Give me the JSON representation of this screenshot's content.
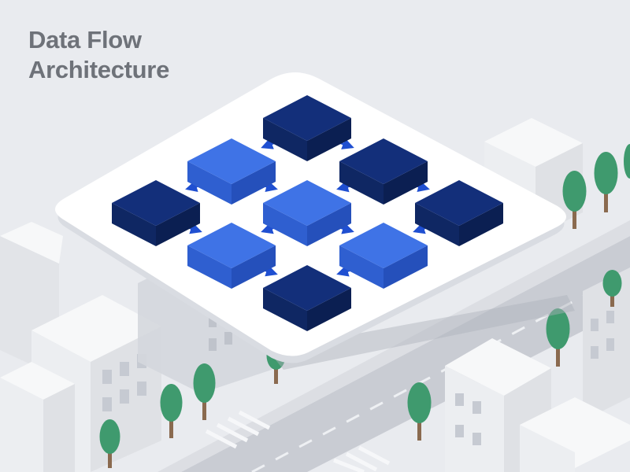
{
  "title": {
    "line1": "Data Flow",
    "line2": "Architecture"
  },
  "colors": {
    "background": "#e9ebef",
    "title_text": "#6e7279",
    "platform": "#ffffff",
    "block_dark": "#132f7a",
    "block_light": "#3f73e6",
    "arrow": "#1f4fd1",
    "tree": "#3f9a6e",
    "building": "#f3f4f6",
    "road": "#c9ccd3"
  },
  "diagram": {
    "nodes": [
      {
        "id": "n1",
        "shade": "dark",
        "icon": "data-block"
      },
      {
        "id": "n2",
        "shade": "light",
        "icon": "data-block"
      },
      {
        "id": "n3",
        "shade": "dark",
        "icon": "data-block"
      },
      {
        "id": "n4",
        "shade": "dark",
        "icon": "data-block"
      },
      {
        "id": "n5",
        "shade": "light",
        "icon": "data-block"
      },
      {
        "id": "n6",
        "shade": "dark",
        "icon": "data-block"
      },
      {
        "id": "n7",
        "shade": "light",
        "icon": "data-block"
      },
      {
        "id": "n8",
        "shade": "light",
        "icon": "data-block"
      },
      {
        "id": "n9",
        "shade": "dark",
        "icon": "data-block"
      }
    ],
    "edges": [
      {
        "from": "n1",
        "to": "n2"
      },
      {
        "from": "n1",
        "to": "n3"
      },
      {
        "from": "n2",
        "to": "n4"
      },
      {
        "from": "n2",
        "to": "n5"
      },
      {
        "from": "n3",
        "to": "n5"
      },
      {
        "from": "n3",
        "to": "n6"
      },
      {
        "from": "n4",
        "to": "n7"
      },
      {
        "from": "n5",
        "to": "n7"
      },
      {
        "from": "n5",
        "to": "n8"
      },
      {
        "from": "n6",
        "to": "n8"
      },
      {
        "from": "n7",
        "to": "n9"
      },
      {
        "from": "n8",
        "to": "n9"
      }
    ]
  }
}
